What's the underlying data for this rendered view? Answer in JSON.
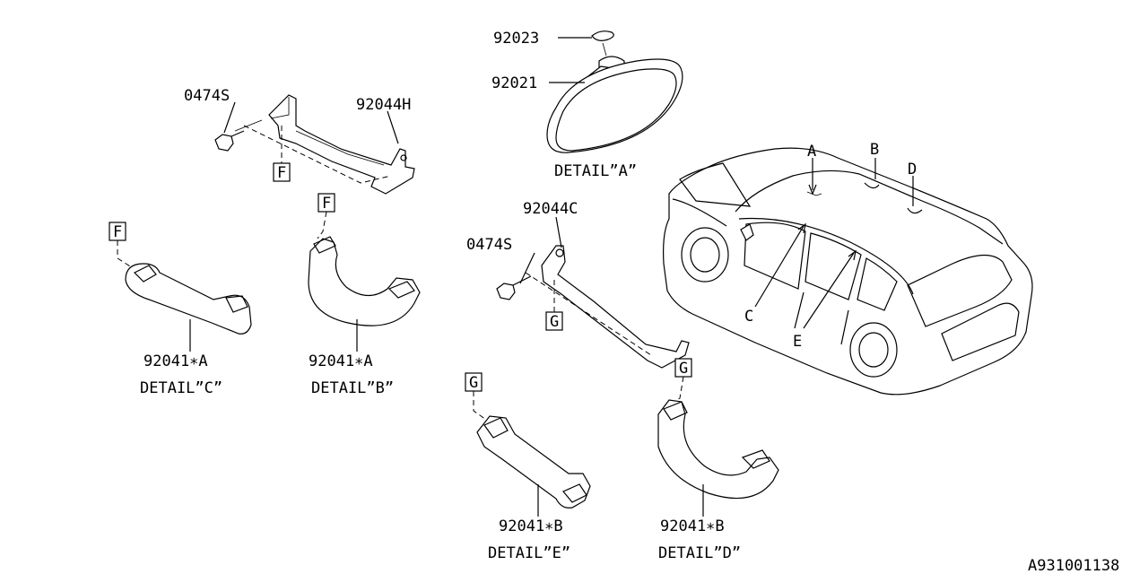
{
  "parts": {
    "p92023": "92023",
    "p92021": "92021",
    "p0474s_top": "0474S",
    "p92044h": "92044H",
    "p92044c": "92044C",
    "p0474s_mid": "0474S",
    "p92041a_c": "92041∗A",
    "p92041a_b": "92041∗A",
    "p92041b_e": "92041∗B",
    "p92041b_d": "92041∗B"
  },
  "details": {
    "a": "DETAIL”A”",
    "c": "DETAIL”C”",
    "b": "DETAIL”B”",
    "e": "DETAIL”E”",
    "d": "DETAIL”D”"
  },
  "refs": {
    "f_top": "F",
    "f_left": "F",
    "f_mid": "F",
    "g_mid": "G",
    "g_left": "G",
    "g_right": "G"
  },
  "car_labels": {
    "a": "A",
    "b": "B",
    "c": "C",
    "d": "D",
    "e": "E"
  },
  "figure_id": "A931001138"
}
